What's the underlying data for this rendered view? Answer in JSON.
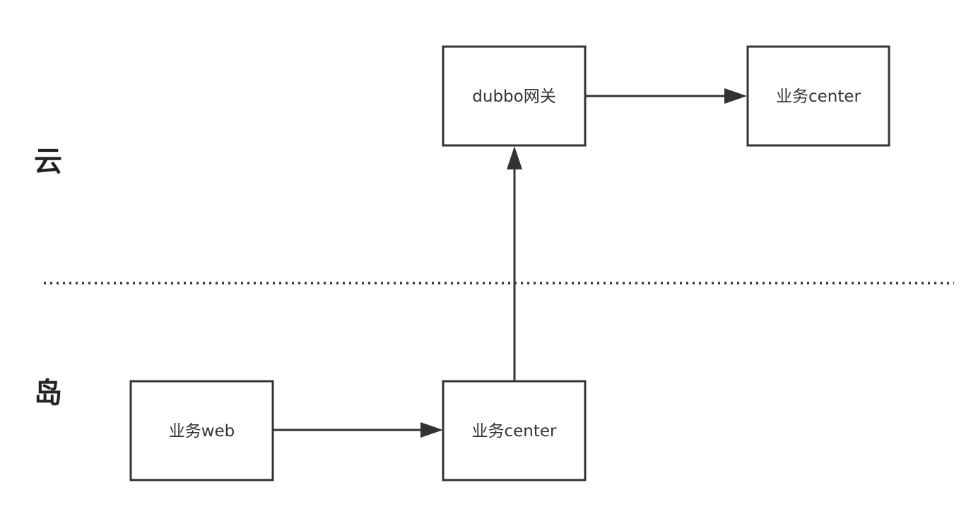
{
  "zones": {
    "cloud_label": "云",
    "island_label": "岛"
  },
  "nodes": {
    "dubbo_gateway": "dubbo网关",
    "cloud_business_center": "业务center",
    "island_business_web": "业务web",
    "island_business_center": "业务center"
  },
  "colors": {
    "stroke": "#333333",
    "background": "#ffffff"
  }
}
